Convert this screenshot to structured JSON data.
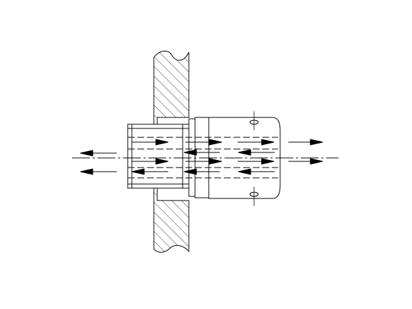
{
  "diagram": {
    "kind": "mechanical cross-section",
    "line_color": "#000000",
    "background": "#ffffff",
    "components": [
      {
        "name": "wall",
        "style": "hatched section, wavy break at top and bottom"
      },
      {
        "name": "threaded-fitting",
        "style": "outline with inner thread lines"
      },
      {
        "name": "collar",
        "style": "narrow flange against wall"
      },
      {
        "name": "nut",
        "style": "hex nut with rounded right end and two small holes"
      },
      {
        "name": "centerlines",
        "style": "dash-dot"
      }
    ],
    "flow_arrows": {
      "upper_row": [
        "left",
        "right",
        "right",
        "left",
        "right"
      ],
      "lower_row": [
        "left",
        "left",
        "left",
        "left",
        "right"
      ]
    }
  }
}
